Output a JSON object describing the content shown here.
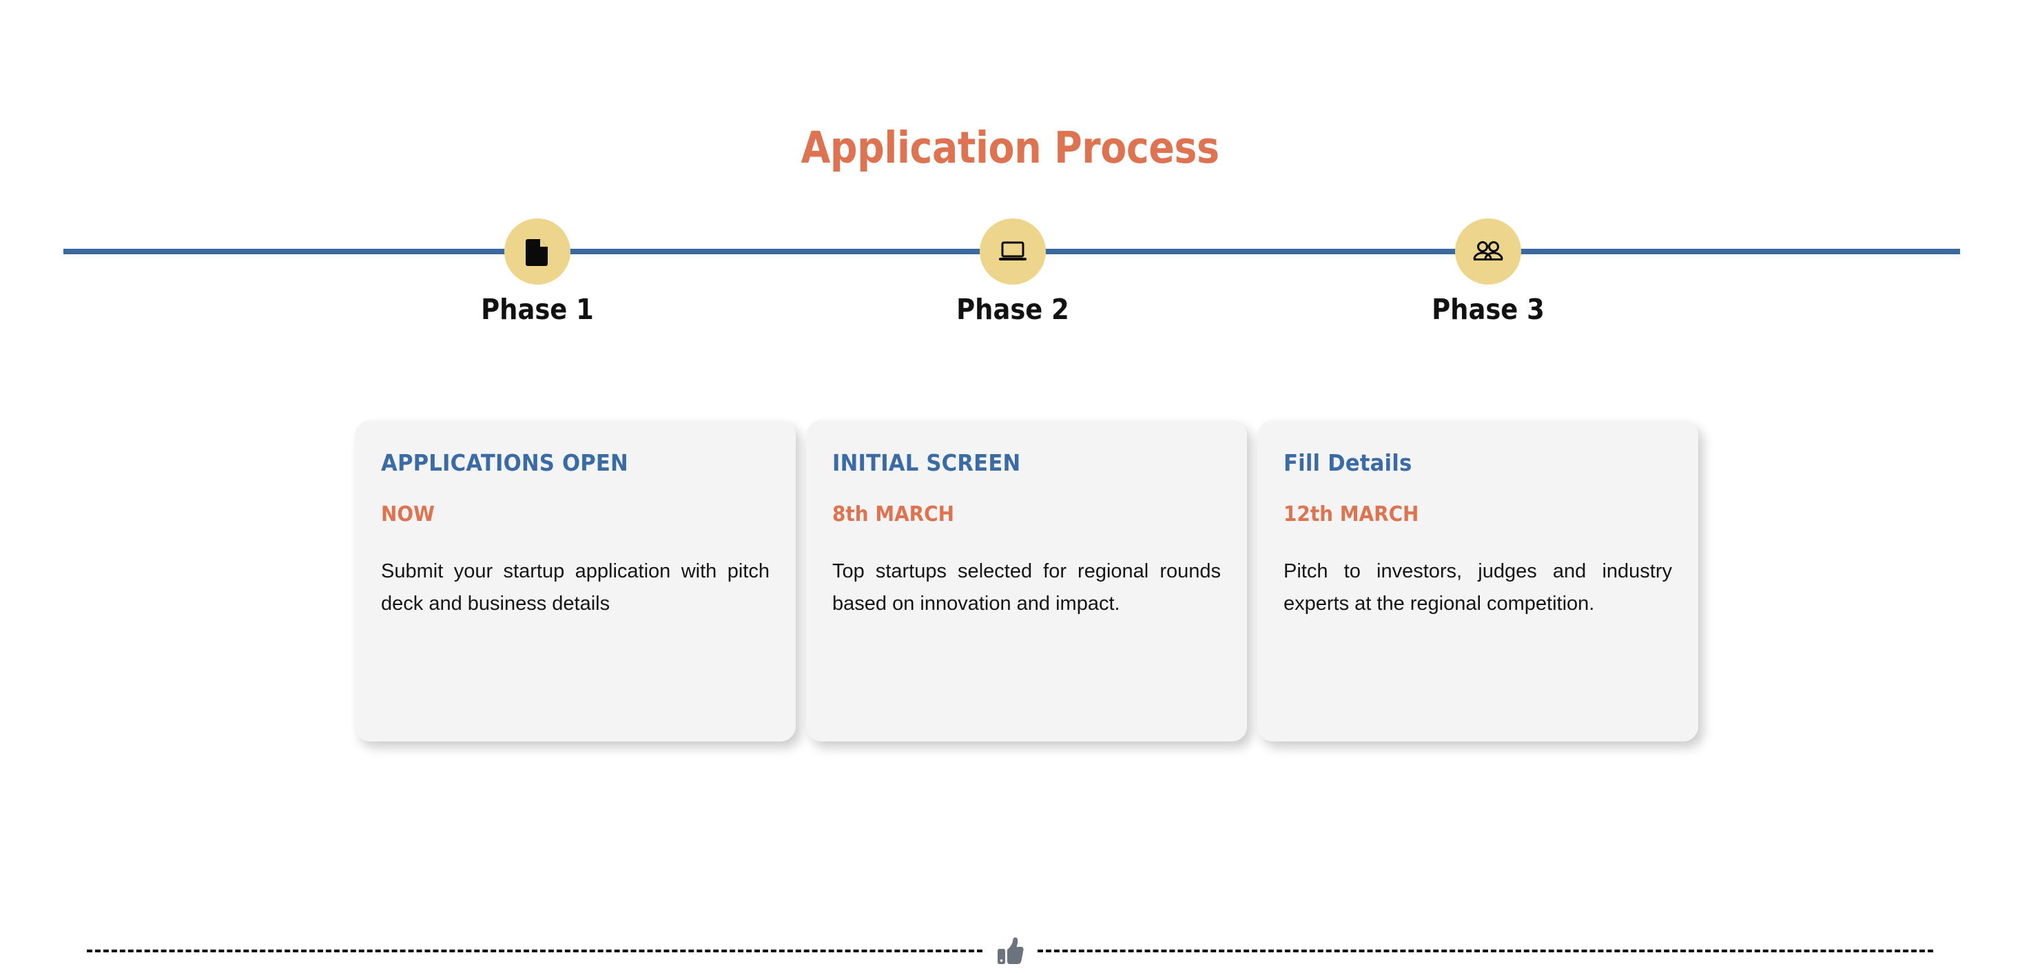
{
  "page": {
    "title": "Application Process",
    "title_color": "#DD7350"
  },
  "timeline": {
    "line_color": "#39699F",
    "node_color": "#EDD68C",
    "nodes": [
      {
        "label": "Phase 1",
        "icon": "document-icon"
      },
      {
        "label": "Phase 2",
        "icon": "laptop-icon"
      },
      {
        "label": "Phase 3",
        "icon": "people-icon"
      }
    ]
  },
  "cards": [
    {
      "title": "APPLICATIONS OPEN",
      "date": "NOW",
      "body": "Submit your startup application with pitch deck and business details"
    },
    {
      "title": "INITIAL SCREEN",
      "date": "8th MARCH",
      "body": "Top startups selected for regional rounds based on innovation and impact."
    },
    {
      "title": "Fill Details",
      "date": "12th MARCH",
      "body": "Pitch to investors, judges and industry experts at the regional competition."
    }
  ],
  "footer": {
    "icon": "thumbs-up-icon",
    "icon_color": "#6B737F",
    "dash_color": "#0d0d0d"
  },
  "colors": {
    "title_orange": "#DD7350",
    "card_title_blue": "#3A6BA5",
    "timeline_blue": "#39699F",
    "node_yellow": "#EDD68C",
    "card_bg": "#F4F4F4",
    "body_text": "#151515"
  }
}
